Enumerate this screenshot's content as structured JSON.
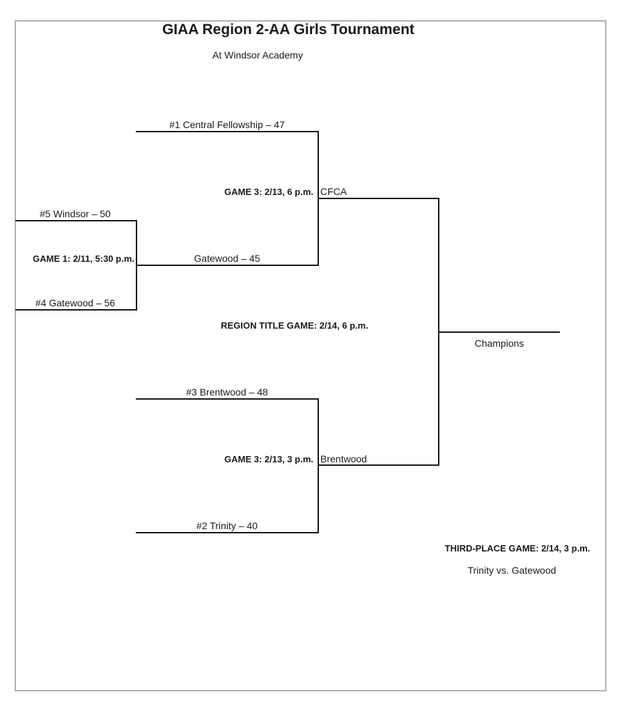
{
  "header": {
    "title": "GIAA Region 2-AA Girls Tournament",
    "subtitle": "At Windsor Academy"
  },
  "bracket": {
    "first_round": {
      "game_label": "GAME 1: 2/11, 5:30 p.m.",
      "team_top": "#5 Windsor – 50",
      "team_bottom": "#4 Gatewood – 56"
    },
    "semifinal_top": {
      "game_label": "GAME 3: 2/13, 6 p.m.",
      "team_top": "#1 Central Fellowship – 47",
      "team_bottom": "Gatewood – 45",
      "winner": "CFCA"
    },
    "semifinal_bottom": {
      "game_label": "GAME 3: 2/13, 3 p.m.",
      "team_top": "#3 Brentwood – 48",
      "team_bottom": "#2 Trinity – 40",
      "winner": "Brentwood"
    },
    "final": {
      "game_label": "REGION TITLE GAME: 2/14, 6 p.m.",
      "champion_label": "Champions"
    },
    "third_place": {
      "game_label": "THIRD-PLACE GAME: 2/14, 3 p.m.",
      "matchup": "Trinity vs. Gatewood"
    }
  }
}
